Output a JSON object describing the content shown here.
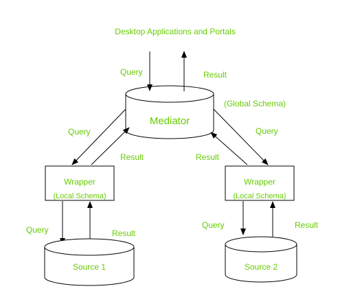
{
  "colors": {
    "label": "#66cc00",
    "line": "#000000",
    "background": "#ffffff"
  },
  "title": "Desktop Applications and Portals",
  "mediator": {
    "label": "Mediator",
    "schema": "(Global Schema)"
  },
  "wrappers": [
    {
      "label": "Wrapper",
      "schema": "(Local Schema)"
    },
    {
      "label": "Wrapper",
      "schema": "(Local Schema)"
    }
  ],
  "sources": [
    {
      "label": "Source 1"
    },
    {
      "label": "Source 2"
    }
  ],
  "edge_labels": {
    "query": "Query",
    "result": "Result"
  }
}
